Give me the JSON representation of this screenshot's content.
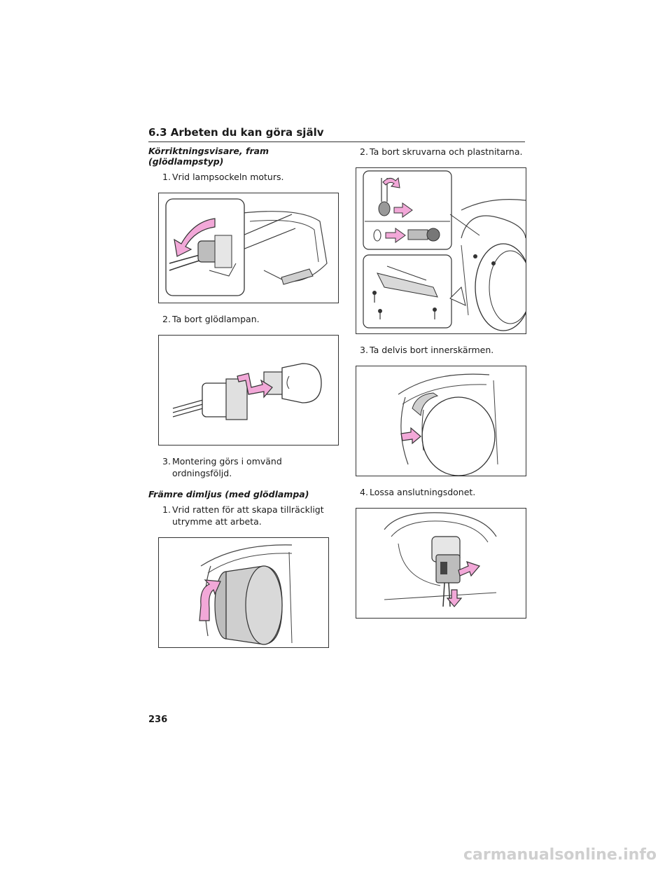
{
  "header": {
    "section_title": "6.3  Arbeten du kan göra själv"
  },
  "left": {
    "heading1": "Körriktningsvisare, fram (glödlampstyp)",
    "steps1": [
      {
        "num": "1.",
        "text": "Vrid lampsockeln moturs."
      },
      {
        "num": "2.",
        "text": "Ta bort glödlampan."
      },
      {
        "num": "3.",
        "text": "Montering görs i omvänd ordningsföljd."
      }
    ],
    "heading2": "Främre dimljus (med glödlampa)",
    "steps2": [
      {
        "num": "1.",
        "text": "Vrid ratten för att skapa tillräckligt utrymme att arbeta."
      }
    ]
  },
  "right": {
    "steps": [
      {
        "num": "2.",
        "text": "Ta bort skruvarna och plastnitarna."
      },
      {
        "num": "3.",
        "text": "Ta delvis bort innerskärmen."
      },
      {
        "num": "4.",
        "text": "Lossa anslutningsdonet."
      }
    ]
  },
  "footer": {
    "page_number": "236",
    "watermark": "carmanualsonline.info"
  },
  "colors": {
    "arrow_fill": "#f2a8d8",
    "arrow_stroke": "#333333",
    "part_gray": "#cfcfcf"
  }
}
